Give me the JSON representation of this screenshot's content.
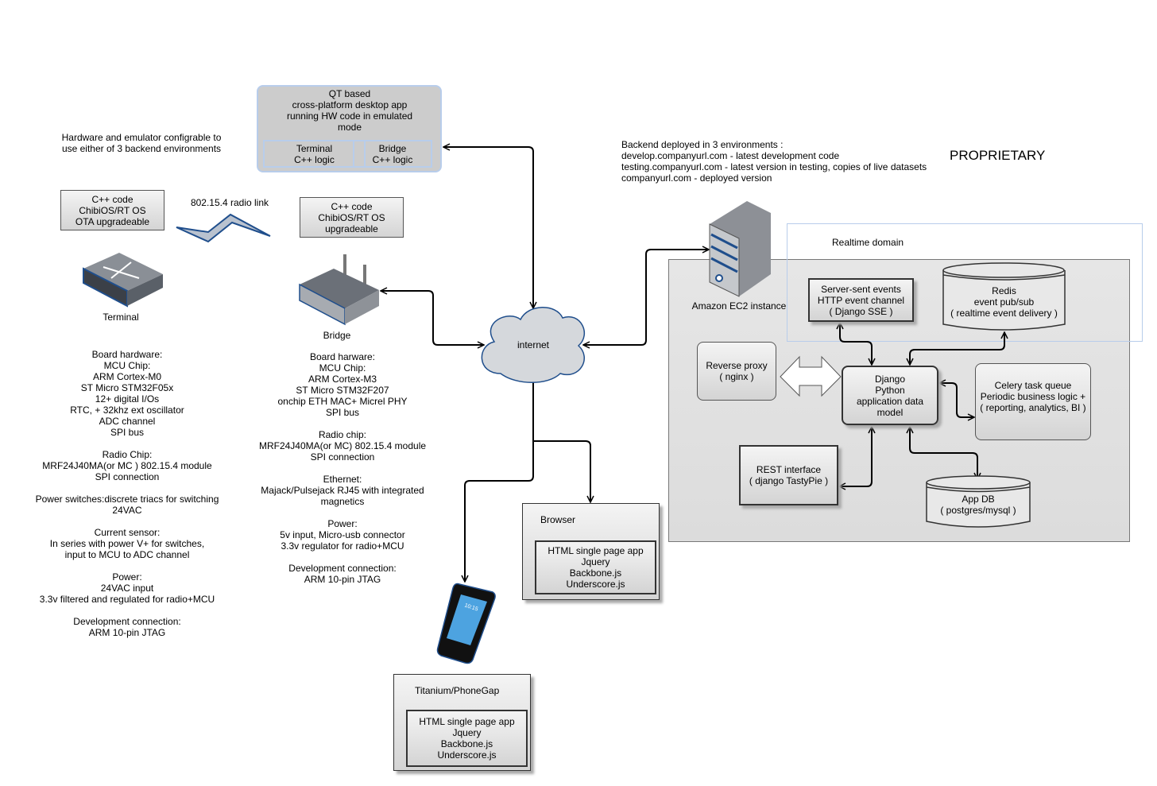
{
  "qt_app": {
    "title": "QT based\ncross-platform desktop app\nrunning HW code in emulated\nmode",
    "terminal": "Terminal\nC++ logic",
    "bridge": "Bridge\nC++ logic"
  },
  "hw_note": "Hardware and emulator configrable to\nuse either of 3 backend environments",
  "terminal_code": "C++ code\nChibiOS/RT OS\nOTA upgradeable",
  "bridge_code": "C++ code\nChibiOS/RT OS\nupgradeable",
  "radio_link": "802.15.4 radio link",
  "terminal_label": "Terminal",
  "bridge_label": "Bridge",
  "terminal_specs": "Board hardware:\nMCU Chip:\nARM Cortex-M0\nST Micro STM32F05x\n12+ digital I/Os\nRTC, + 32khz ext oscillator\nADC channel\nSPI bus\n\nRadio Chip:\nMRF24J40MA(or MC ) 802.15.4 module\nSPI connection\n\nPower switches:discrete triacs for switching\n24VAC\n\nCurrent sensor:\nIn series with power V+ for switches,\ninput to MCU to ADC channel\n\nPower:\n24VAC input\n3.3v  filtered and regulated for radio+MCU\n\nDevelopment connection:\nARM 10-pin JTAG",
  "bridge_specs": "Board harware:\nMCU Chip:\nARM Cortex-M3\nST Micro STM32F207\nonchip ETH MAC+ Micrel PHY\nSPI bus\n\nRadio chip:\nMRF24J40MA(or MC) 802.15.4 module\nSPI connection\n\nEthernet:\nMajack/Pulsejack RJ45 with integrated\nmagnetics\n\nPower:\n5v input, Micro-usb connector\n3.3v regulator for radio+MCU\n\nDevelopment connection:\nARM 10-pin JTAG",
  "internet": "internet",
  "backend_note": "Backend deployed in 3 environments :\ndevelop.companyurl.com - latest development code\ntesting.companyurl.com - latest version in testing, copies of live datasets\ncompanyurl.com - deployed version",
  "proprietary": "PROPRIETARY",
  "ec2_label": "Amazon EC2 instance",
  "realtime_domain": "Realtime domain",
  "sse": "Server-sent events\nHTTP event channel\n( Django SSE )",
  "redis": "Redis\nevent pub/sub\n( realtime event delivery )",
  "reverse_proxy": "Reverse proxy\n( nginx )",
  "django": "Django\nPython\napplication data\nmodel",
  "celery": "Celery task queue\nPeriodic business logic +\n( reporting, analytics, BI )",
  "rest": "REST interface\n( django TastyPie )",
  "appdb": "App DB\n( postgres/mysql )",
  "browser": {
    "title": "Browser",
    "app": "HTML single page app\nJquery\nBackbone.js\nUnderscore.js"
  },
  "phone_screen": "10:15",
  "titanium": {
    "title": "Titanium/PhoneGap",
    "app": "HTML single page app\nJquery\nBackbone.js\nUnderscore.js"
  },
  "colors": {
    "accent_blue": "#1f4e8c",
    "domain_border": "#b8cdeb",
    "panel": "#e2e2e2"
  }
}
